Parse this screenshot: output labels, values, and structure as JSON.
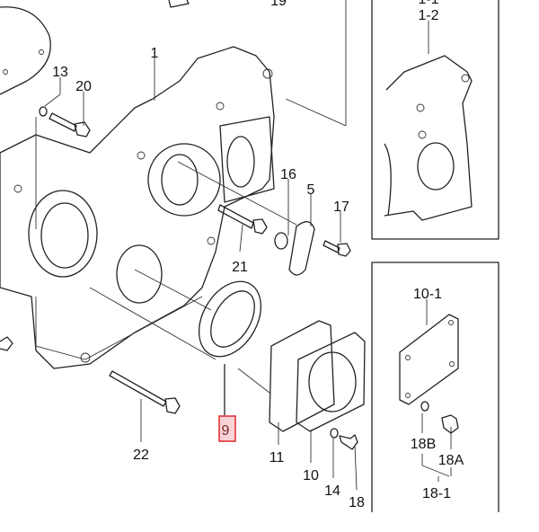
{
  "diagram": {
    "highlight_color": "#e0262e",
    "highlight_fill": "#f9d3d5",
    "selected_part": "9",
    "labels": {
      "p19": "19",
      "p1_1": "1-1",
      "p1_2": "1-2",
      "p1": "1",
      "p13": "13",
      "p20": "20",
      "p16": "16",
      "p5": "5",
      "p17": "17",
      "p21": "21",
      "p9": "9",
      "p22": "22",
      "p11": "11",
      "p10": "10",
      "p14": "14",
      "p18": "18",
      "p10_1": "10-1",
      "p18B": "18B",
      "p18A": "18A",
      "p18_1": "18-1"
    }
  }
}
